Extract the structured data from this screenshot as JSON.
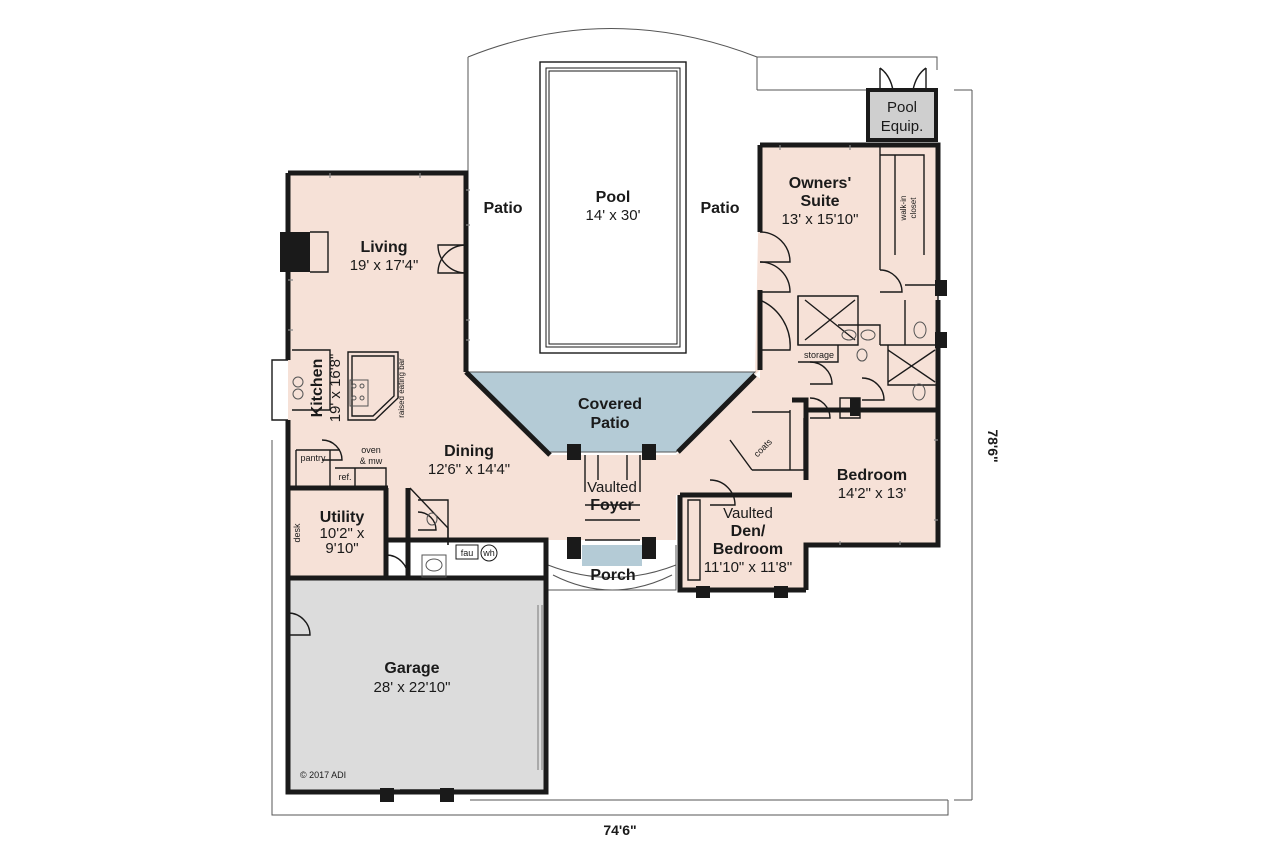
{
  "floor_plan": {
    "rooms": {
      "pool": {
        "name": "Pool",
        "size": "14' x 30'"
      },
      "patio_left": {
        "name": "Patio"
      },
      "patio_right": {
        "name": "Patio"
      },
      "pool_equip": {
        "line1": "Pool",
        "line2": "Equip."
      },
      "owners_suite": {
        "line1": "Owners'",
        "line2": "Suite",
        "size": "13' x 15'10\""
      },
      "walkin_closet": {
        "line1": "walk-in",
        "line2": "closet"
      },
      "living": {
        "name": "Living",
        "size": "19' x 17'4\""
      },
      "kitchen": {
        "name": "Kitchen",
        "size": "19' x 16'8\""
      },
      "raised_bar": {
        "name": "raised eating bar"
      },
      "covered_patio": {
        "line1": "Covered",
        "line2": "Patio"
      },
      "dining": {
        "name": "Dining",
        "size": "12'6\" x 14'4\""
      },
      "pantry": {
        "name": "pantry"
      },
      "oven": {
        "line1": "oven",
        "line2": "& mw"
      },
      "ref": {
        "name": "ref."
      },
      "utility": {
        "name": "Utility",
        "size1": "10'2\" x",
        "size2": "9'10\""
      },
      "desk": {
        "name": "desk"
      },
      "fau": {
        "name": "fau"
      },
      "wh": {
        "name": "wh"
      },
      "foyer": {
        "line1": "Vaulted",
        "line2": "Foyer"
      },
      "porch": {
        "name": "Porch"
      },
      "den": {
        "line1": "Vaulted",
        "line2": "Den/",
        "line3": "Bedroom",
        "size": "11'10\" x 11'8\""
      },
      "coats": {
        "name": "coats"
      },
      "storage": {
        "name": "storage"
      },
      "bedroom": {
        "name": "Bedroom",
        "size": "14'2\" x 13'"
      },
      "garage": {
        "name": "Garage",
        "size": "28' x 22'10\""
      }
    },
    "dimensions": {
      "width": "74'6\"",
      "depth": "78'6\""
    },
    "copyright": "© 2017 ADI",
    "colors": {
      "living_space": "#f6e1d7",
      "covered_patio": "#b4cbd6",
      "garage": "#dcdcdc",
      "pool_equip": "#cfcfcf",
      "walls": "#1a1a1a"
    }
  }
}
